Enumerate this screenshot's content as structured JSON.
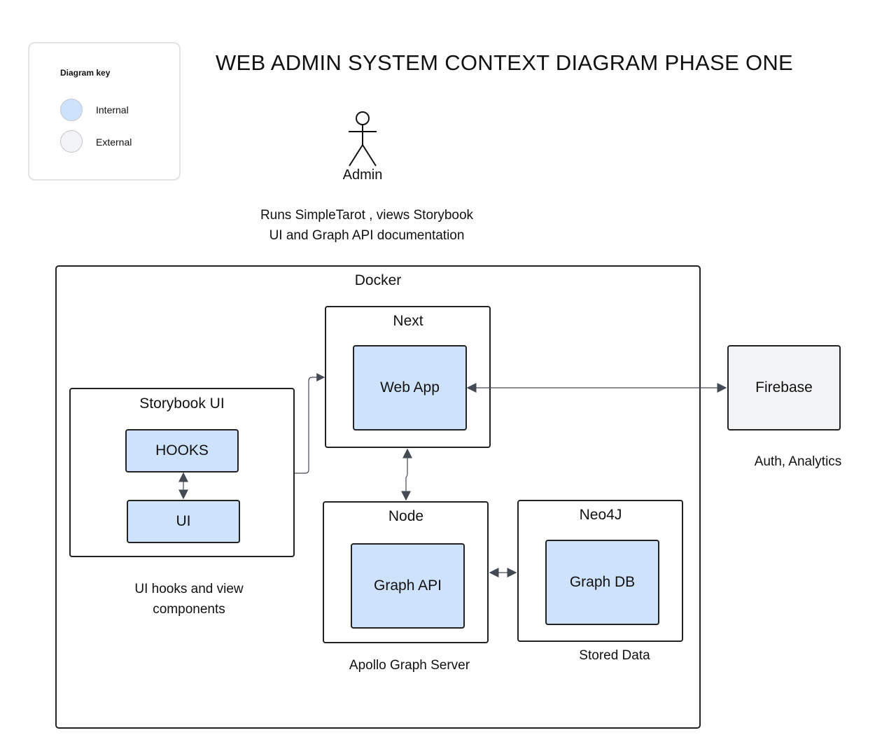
{
  "title": "WEB ADMIN SYSTEM CONTEXT DIAGRAM PHASE ONE",
  "key": {
    "title": "Diagram key",
    "items": [
      {
        "label": "Internal",
        "color": "#cfe2fc"
      },
      {
        "label": "External",
        "color": "#f2f3f5"
      }
    ]
  },
  "actor": {
    "label": "Admin",
    "description_line1": "Runs SimpleTarot , views Storybook",
    "description_line2": "UI  and Graph API documentation"
  },
  "docker": {
    "label": "Docker"
  },
  "storybook": {
    "label": "Storybook UI",
    "hooks": "HOOKS",
    "ui": "UI",
    "caption_line1": "UI hooks and view",
    "caption_line2": "components"
  },
  "next": {
    "label": "Next",
    "web_app": "Web App"
  },
  "node": {
    "label": "Node",
    "graph_api": "Graph API",
    "caption": "Apollo Graph Server"
  },
  "neo4j": {
    "label": "Neo4J",
    "graph_db": "Graph DB",
    "caption": "Stored Data"
  },
  "firebase": {
    "label": "Firebase",
    "caption": "Auth, Analytics"
  },
  "colors": {
    "internal": "#cfe2fc",
    "external": "#f2f3f5",
    "line": "#222222",
    "arrow": "#444a52"
  }
}
